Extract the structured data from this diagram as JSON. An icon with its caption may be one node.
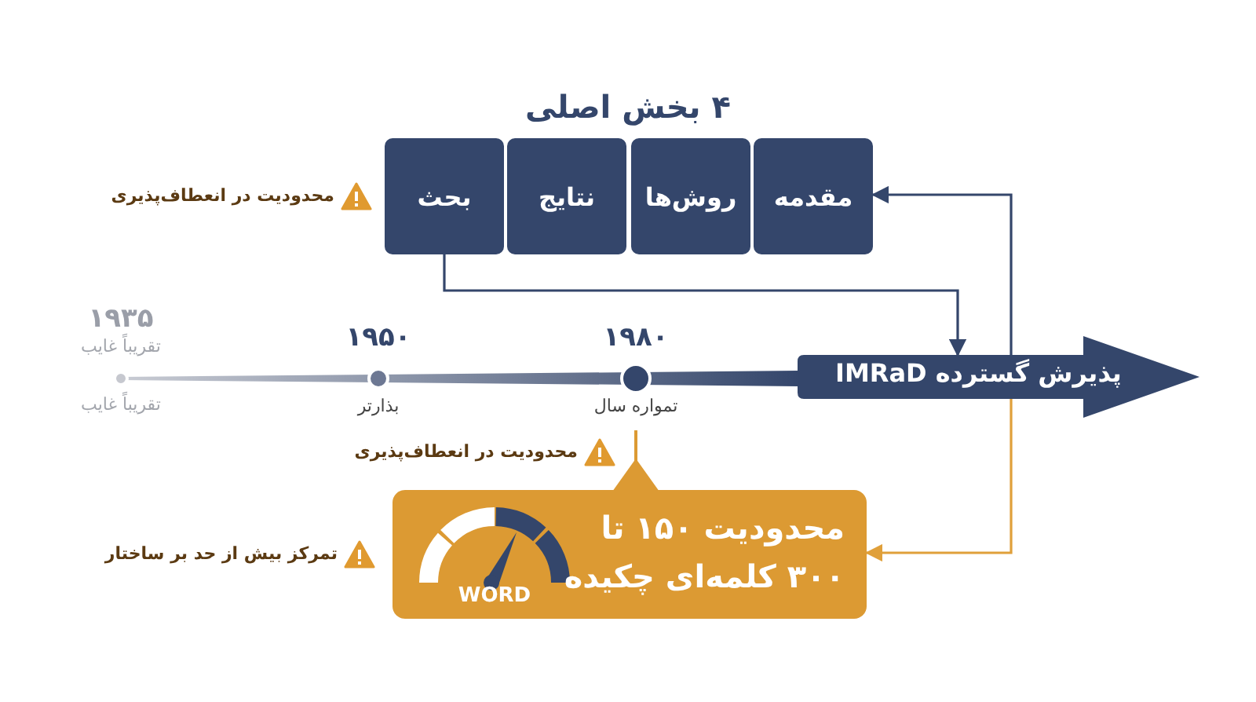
{
  "diagram": {
    "title": "۴ بخش اصلی",
    "nodes": [
      {
        "text": [
          "مقدمه"
        ]
      },
      {
        "text": [
          "روش‌ها"
        ]
      },
      {
        "text": [
          "نتایج"
        ]
      },
      {
        "text": [
          "بحث"
        ]
      },
      {
        "text": [
          "پذیرش گسترده IMRaD"
        ]
      },
      {
        "text": [
          "محدودیت ۱۵۰ تا ۳۰۰ کلمه‌ای چکیده",
          "WORD"
        ]
      }
    ],
    "edges": [
      {
        "from": 3,
        "to": 4,
        "arrow": "to"
      },
      {
        "from": 4,
        "to": 0,
        "arrow": "to"
      },
      {
        "from": 4,
        "to": 5,
        "arrow": "to",
        "color": "#e0a03a"
      }
    ],
    "labels": [
      "محدودیت در انعطاف‌پذیری",
      "۱۹۳۵",
      "تقریباً غایب",
      "۱۹۵۰",
      "۱۹۸۰",
      "تقریباً غایب",
      "بذارتر",
      "تمواره سال",
      "محدودیت در انعطاف‌پذیری",
      "تمرکز بیش از حد بر ساختار"
    ]
  }
}
